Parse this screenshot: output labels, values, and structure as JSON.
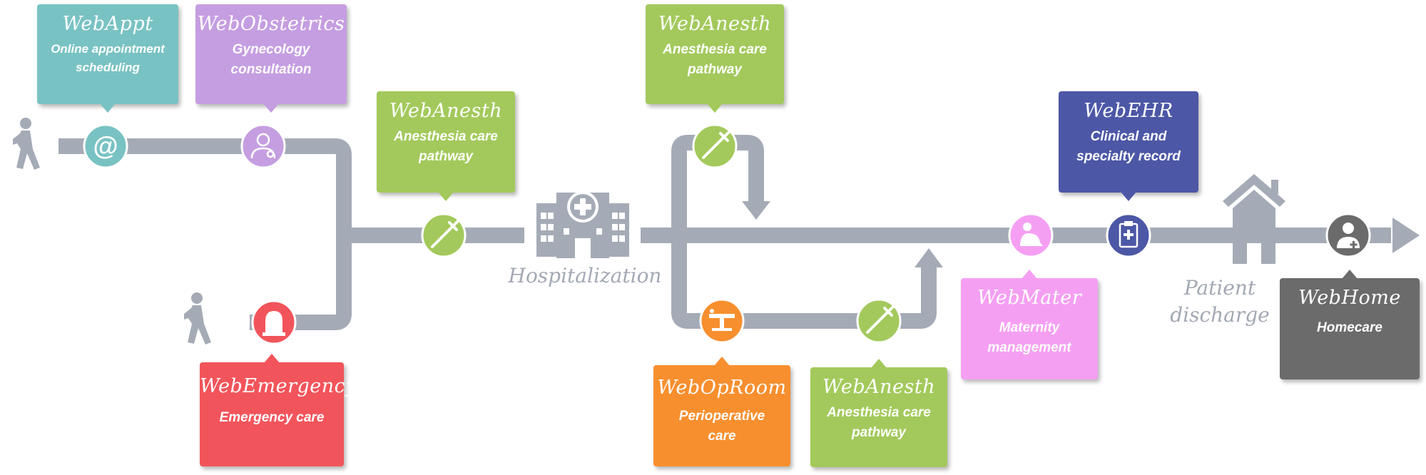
{
  "colors": {
    "track": "#a5abb6",
    "teal": "#79c2c3",
    "lavender": "#c59ee1",
    "green": "#a3c95c",
    "red": "#f2545b",
    "orange": "#f78f2e",
    "pink": "#f59ff3",
    "indigo": "#4c57a6",
    "gray_card": "#6b6b6b"
  },
  "cards": [
    {
      "title": "WebAppt",
      "lines": [
        "Online appointment",
        "scheduling"
      ]
    },
    {
      "title": "WebObstetrics",
      "lines": [
        "Gynecology",
        "consultation"
      ]
    },
    {
      "title": "WebAnesth",
      "lines": [
        "Anesthesia care",
        "pathway"
      ]
    },
    {
      "title": "WebAnesth",
      "lines": [
        "Anesthesia care",
        "pathway"
      ]
    },
    {
      "title": "WebEmergency",
      "lines": [
        "Emergency care"
      ]
    },
    {
      "title": "WebOpRoom",
      "lines": [
        "Perioperative",
        "care"
      ]
    },
    {
      "title": "WebAnesth",
      "lines": [
        "Anesthesia care",
        "pathway"
      ]
    },
    {
      "title": "WebMater",
      "lines": [
        "Maternity",
        "management"
      ]
    },
    {
      "title": "WebEHR",
      "lines": [
        "Clinical and",
        "specialty record"
      ]
    },
    {
      "title": "WebHome",
      "lines": [
        "Homecare"
      ]
    }
  ],
  "captions": {
    "hospitalization": "Hospitalization",
    "discharge": [
      "Patient",
      "discharge"
    ]
  },
  "icons": {
    "at": "@",
    "person": "walking-person-icon",
    "hospital": "hospital-building-icon",
    "house": "house-icon"
  }
}
